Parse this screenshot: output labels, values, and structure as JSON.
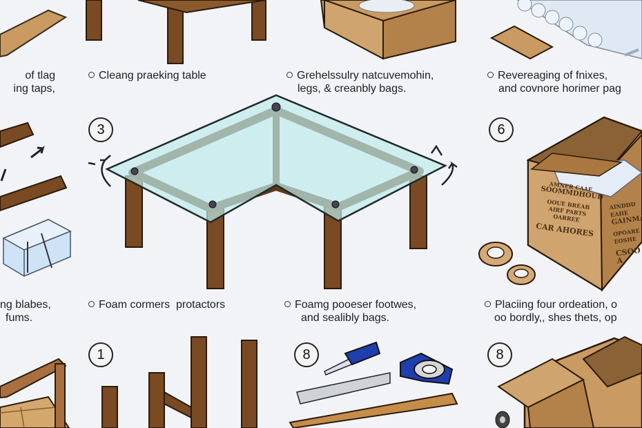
{
  "captions": {
    "top_left": [
      "of tlag",
      "ing taps,"
    ],
    "top_center": [
      "Cleang praeking table"
    ],
    "top_mid_right": [
      "Grehelssulry natcuvemohin,",
      "legs, & creanbly bags."
    ],
    "top_right": [
      "Revereaging of fnixes,",
      "and covnore horimer pag"
    ],
    "mid_left": [
      "ng blabes,",
      "fums."
    ],
    "mid_center": [
      "Foam cormers  protactors"
    ],
    "mid_mid_right": [
      "Foamg pooeser footwes,",
      "and sealibly bags."
    ],
    "mid_right": [
      "Placiing four ordeation, o",
      "oo bordly,, shes thets, op"
    ]
  },
  "steps": {
    "three": "3",
    "six": "6",
    "one": "1",
    "eight_a": "8",
    "eight_b": "8"
  },
  "box_labels": {
    "front": [
      "AMNER CAAE",
      "SOOMMDHOUD",
      "OOUE BREAB",
      "AIRF PARTS",
      "OARREE",
      "CAR AHORES"
    ],
    "side": [
      "AINDDD EAHE",
      "GAINMATHE",
      "OPOARE",
      "EOSHE",
      "CSOO A"
    ]
  },
  "colors": {
    "wood": "#7a4a22",
    "wood_dark": "#4e2d12",
    "cardboard": "#c99a62",
    "cardboard_dark": "#a9773f",
    "glass": "#bfe9ea",
    "tape": "#d6a978"
  }
}
